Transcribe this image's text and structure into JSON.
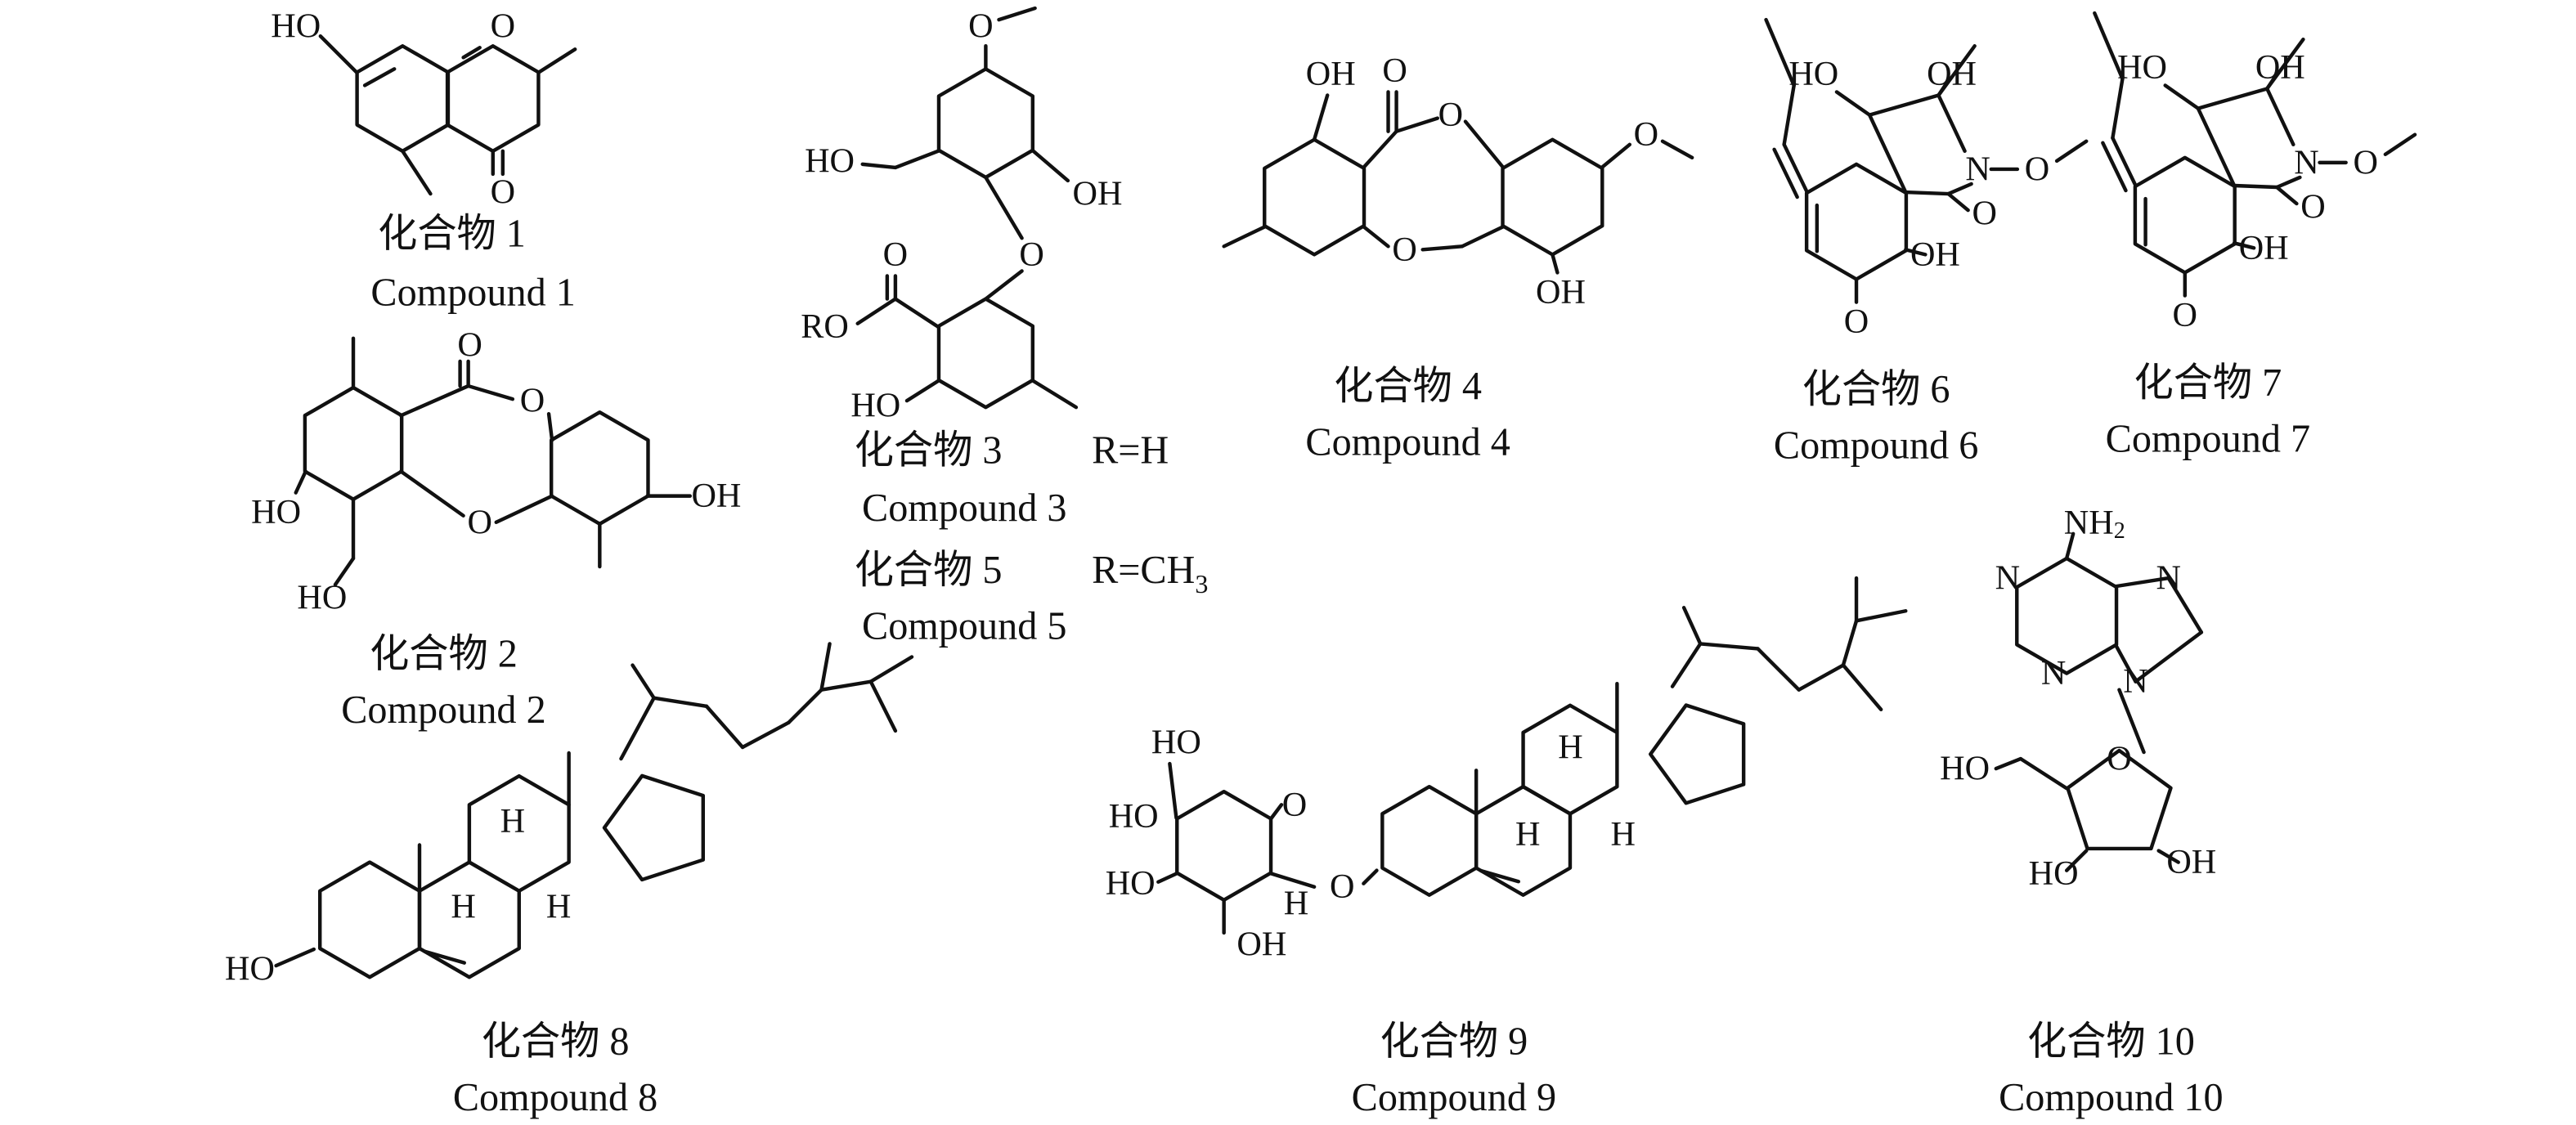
{
  "compounds": [
    {
      "cn": "化合物 1",
      "en": "Compound 1",
      "atoms": [
        "HO",
        "O",
        "O"
      ]
    },
    {
      "cn": "化合物 2",
      "en": "Compound 2",
      "atoms": [
        "O",
        "O",
        "O",
        "HO",
        "OH",
        "HO"
      ]
    },
    {
      "cn": "化合物 3",
      "en": "Compound 3",
      "r": "R=H",
      "atoms": [
        "O",
        "HO",
        "OH",
        "O",
        "O",
        "RO",
        "HO"
      ]
    },
    {
      "cn": "化合物 4",
      "en": "Compound 4",
      "atoms": [
        "OH",
        "O",
        "O",
        "O",
        "O",
        "OH"
      ]
    },
    {
      "cn": "化合物 5",
      "en": "Compound 5",
      "r_main": "R=CH",
      "r_sub": "3"
    },
    {
      "cn": "化合物 6",
      "en": "Compound 6",
      "atoms": [
        "HO",
        "OH",
        "N",
        "O",
        "O",
        "OH",
        "O"
      ]
    },
    {
      "cn": "化合物 7",
      "en": "Compound 7",
      "atoms": [
        "HO",
        "OH",
        "N",
        "O",
        "O",
        "OH",
        "O"
      ]
    },
    {
      "cn": "化合物 8",
      "en": "Compound 8",
      "atoms": [
        "HO",
        "H",
        "H",
        "H"
      ]
    },
    {
      "cn": "化合物 9",
      "en": "Compound 9",
      "atoms": [
        "HO",
        "HO",
        "O",
        "HO",
        "O",
        "H",
        "OH",
        "H",
        "H",
        "H"
      ]
    },
    {
      "cn": "化合物 10",
      "en": "Compound 10",
      "nh": "NH",
      "nh_sub": "2",
      "atoms": [
        "N",
        "N",
        "N",
        "N",
        "HO",
        "O",
        "HO",
        "OH"
      ]
    }
  ]
}
